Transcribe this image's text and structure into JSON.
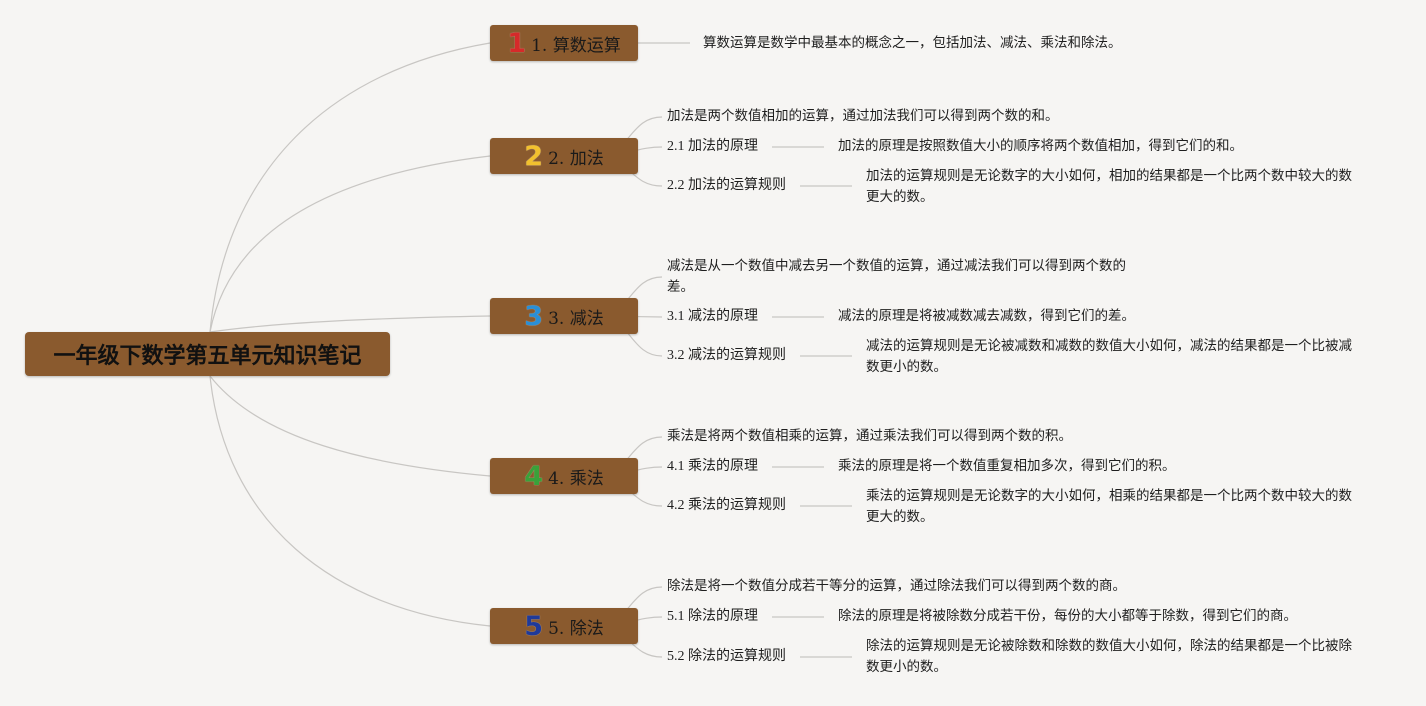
{
  "root": {
    "title": "一年级下数学第五单元知识笔记"
  },
  "colors": {
    "node_fill": "#8a5a2e",
    "line": "#c8c6c3",
    "badge_1": "#d62a2a",
    "badge_2": "#f2c12e",
    "badge_3": "#2a8fd6",
    "badge_4": "#3aa13a",
    "badge_5": "#1f3a9a"
  },
  "topics": [
    {
      "number": "1",
      "label": "1. 算数运算",
      "description": "算数运算是数学中最基本的概念之一，包括加法、减法、乘法和除法。"
    },
    {
      "number": "2",
      "label": "2. 加法",
      "description": "加法是两个数值相加的运算，通过加法我们可以得到两个数的和。",
      "subtopics": [
        {
          "label": "2.1 加法的原理",
          "detail": "加法的原理是按照数值大小的顺序将两个数值相加，得到它们的和。"
        },
        {
          "label": "2.2 加法的运算规则",
          "detail": "加法的运算规则是无论数字的大小如何，相加的结果都是一个比两个数中较大的数更大的数。"
        }
      ]
    },
    {
      "number": "3",
      "label": "3. 减法",
      "description": "减法是从一个数值中减去另一个数值的运算，通过减法我们可以得到两个数的差。",
      "subtopics": [
        {
          "label": "3.1 减法的原理",
          "detail": "减法的原理是将被减数减去减数，得到它们的差。"
        },
        {
          "label": "3.2 减法的运算规则",
          "detail": "减法的运算规则是无论被减数和减数的数值大小如何，减法的结果都是一个比被减数更小的数。"
        }
      ]
    },
    {
      "number": "4",
      "label": "4. 乘法",
      "description": "乘法是将两个数值相乘的运算，通过乘法我们可以得到两个数的积。",
      "subtopics": [
        {
          "label": "4.1 乘法的原理",
          "detail": "乘法的原理是将一个数值重复相加多次，得到它们的积。"
        },
        {
          "label": "4.2 乘法的运算规则",
          "detail": "乘法的运算规则是无论数字的大小如何，相乘的结果都是一个比两个数中较大的数更大的数。"
        }
      ]
    },
    {
      "number": "5",
      "label": "5. 除法",
      "description": "除法是将一个数值分成若干等分的运算，通过除法我们可以得到两个数的商。",
      "subtopics": [
        {
          "label": "5.1 除法的原理",
          "detail": "除法的原理是将被除数分成若干份，每份的大小都等于除数，得到它们的商。"
        },
        {
          "label": "5.2 除法的运算规则",
          "detail": "除法的运算规则是无论被除数和除数的数值大小如何，除法的结果都是一个比被除数更小的数。"
        }
      ]
    }
  ]
}
